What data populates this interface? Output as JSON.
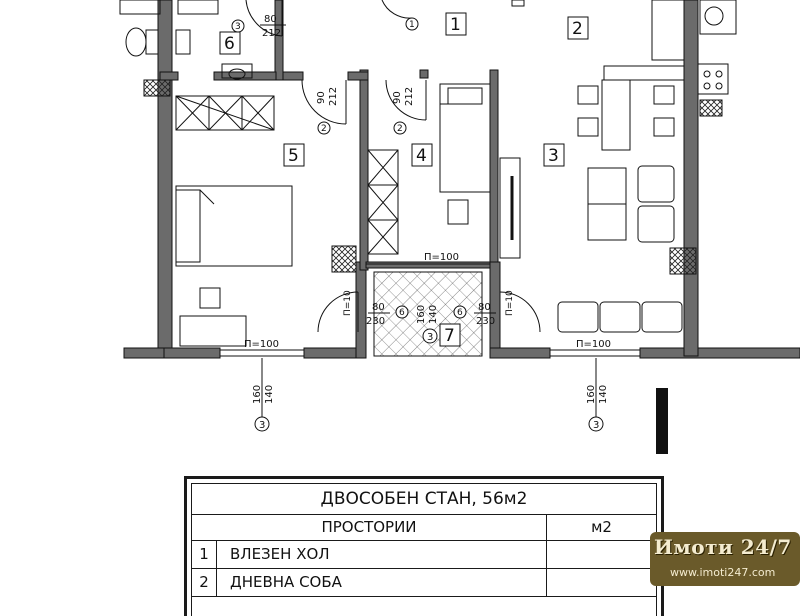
{
  "plan": {
    "rooms": [
      {
        "id": "1",
        "label": "1"
      },
      {
        "id": "2",
        "label": "2"
      },
      {
        "id": "3",
        "label": "3"
      },
      {
        "id": "4",
        "label": "4"
      },
      {
        "id": "5",
        "label": "5"
      },
      {
        "id": "6",
        "label": "6"
      },
      {
        "id": "7",
        "label": "7"
      }
    ],
    "doors": [
      {
        "w": "80",
        "h": "212",
        "tag": "3"
      },
      {
        "w": "90",
        "h": "212",
        "tag": "2"
      },
      {
        "w": "90",
        "h": "212",
        "tag": "2"
      },
      {
        "w": "80",
        "h": "230",
        "tag": "6"
      },
      {
        "w": "80",
        "h": "230",
        "tag": "6"
      },
      {
        "w": "",
        "h": "",
        "tag": "1"
      }
    ],
    "windows": [
      {
        "label": "П=100"
      },
      {
        "label": "П=100"
      },
      {
        "label": "П=100"
      },
      {
        "label": "П=10"
      },
      {
        "label": "П=10"
      }
    ],
    "window_tags": [
      {
        "a": "160",
        "b": "140",
        "tag": "3"
      },
      {
        "a": "160",
        "b": "140",
        "tag": "3"
      },
      {
        "a": "160",
        "b": "140",
        "tag": "3"
      }
    ]
  },
  "legend": {
    "title": "ДВОСОБЕН СТАН, 56м2",
    "col_rooms": "ПРОСТОРИИ",
    "col_area": "м2",
    "items": [
      {
        "no": "1",
        "name": "ВЛЕЗЕН ХОЛ"
      },
      {
        "no": "2",
        "name": "ДНЕВНА СОБА"
      }
    ]
  },
  "watermark": {
    "logo": "Имоти 24/7",
    "url": "www.imoti247.com"
  }
}
